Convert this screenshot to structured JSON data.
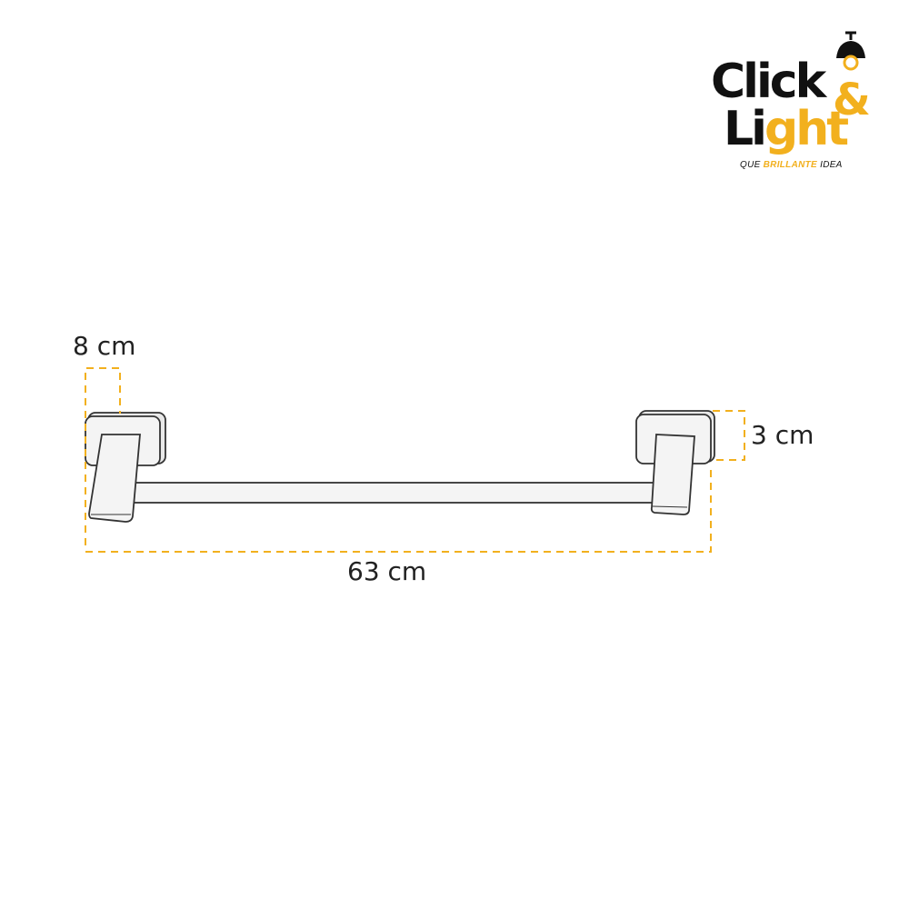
{
  "logo": {
    "word1": "Click",
    "word2_start": "Li",
    "word2_highlight": "ght",
    "ampersand": "&",
    "tagline_start": "QUE ",
    "tagline_highlight": "BRILLANTE",
    "tagline_end": " IDEA",
    "brand_color": "#f2b01e",
    "text_color": "#111111",
    "icon": "pendant-lamp-icon"
  },
  "dimensions": {
    "depth": "8 cm",
    "height": "3 cm",
    "width": "63 cm"
  },
  "colors": {
    "dimension_line": "#f2b01e",
    "outline": "#333333",
    "fill": "#f4f4f4"
  }
}
